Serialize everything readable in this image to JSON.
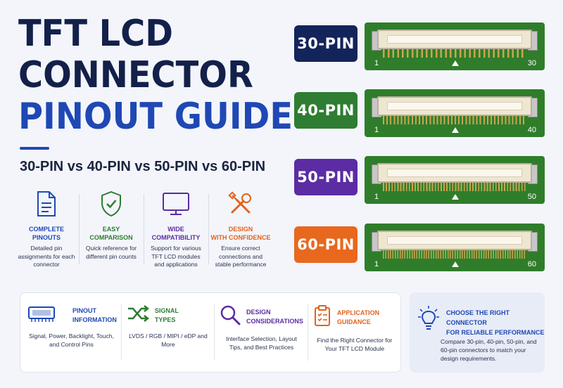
{
  "title": {
    "line1": "TFT LCD",
    "line2": "CONNECTOR",
    "line3": "PINOUT GUIDE:"
  },
  "subtitle": "30-PIN vs 40-PIN vs 50-PIN vs 60-PIN",
  "features": [
    {
      "icon": "document-icon",
      "title_l1": "COMPLETE",
      "title_l2": "PINOUTS",
      "color": "#1f48b5",
      "desc": "Detailed pin assignments for each connector"
    },
    {
      "icon": "shield-check-icon",
      "title_l1": "EASY",
      "title_l2": "COMPARISON",
      "color": "#2e7d32",
      "desc": "Quick reference for different pin counts"
    },
    {
      "icon": "monitor-icon",
      "title_l1": "WIDE",
      "title_l2": "COMPATIBILITY",
      "color": "#5b2ca3",
      "desc": "Support for various TFT LCD modules and applications"
    },
    {
      "icon": "tools-icon",
      "title_l1": "DESIGN",
      "title_l2": "WITH CONFIDENCE",
      "color": "#e0621d",
      "desc": "Ensure correct connections and stable performance"
    }
  ],
  "connectors": [
    {
      "label": "30-PIN",
      "color": "#13245a",
      "first": "1",
      "last": "30"
    },
    {
      "label": "40-PIN",
      "color": "#2e7d32",
      "first": "1",
      "last": "40"
    },
    {
      "label": "50-PIN",
      "color": "#5b2ca3",
      "first": "1",
      "last": "50"
    },
    {
      "label": "60-PIN",
      "color": "#e8681e",
      "first": "1",
      "last": "60"
    }
  ],
  "info": [
    {
      "icon": "chip-icon",
      "title_l1": "PINOUT",
      "title_l2": "INFORMATION",
      "color": "#1f48b5",
      "desc": "Signal, Power, Backlight, Touch, and Control Pins"
    },
    {
      "icon": "shuffle-icon",
      "title_l1": "SIGNAL",
      "title_l2": "TYPES",
      "color": "#2e7d32",
      "desc": "LVDS / RGB / MIPI / eDP and More"
    },
    {
      "icon": "magnifier-icon",
      "title_l1": "DESIGN",
      "title_l2": "CONSIDERATIONS",
      "color": "#5b2ca3",
      "desc": "Interface Selection, Layout Tips, and Best Practices"
    },
    {
      "icon": "clipboard-icon",
      "title_l1": "APPLICATION",
      "title_l2": "GUIDANCE",
      "color": "#e0621d",
      "desc": "Find the Right Connector for Your TFT LCD Module"
    }
  ],
  "cta": {
    "icon": "lightbulb-icon",
    "title_l1": "CHOOSE THE RIGHT CONNECTOR",
    "title_l2": "FOR RELIABLE PERFORMANCE",
    "desc": "Compare 30-pin, 40-pin, 50-pin, and 60-pin connectors to match your design requirements."
  }
}
